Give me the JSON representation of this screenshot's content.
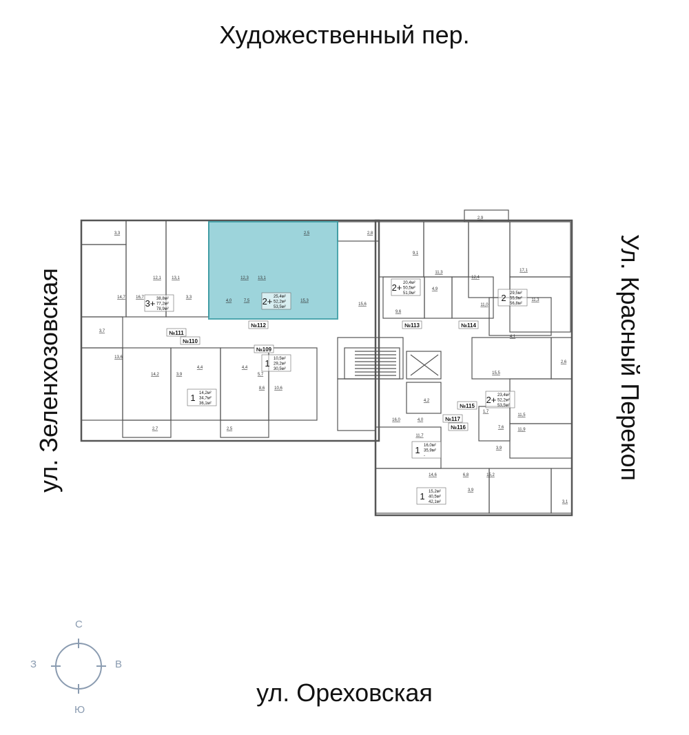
{
  "streets": {
    "top": "Художественный пер.",
    "bottom": "ул. Ореховская",
    "left": "ул. Зеленхозовская",
    "right": "Ул. Красный Перекоп"
  },
  "compass": {
    "north": "С",
    "south": "Ю",
    "west": "З",
    "east": "В",
    "color": "#8a9bb0"
  },
  "colors": {
    "highlight": "#93d0d8",
    "highlight_border": "#3a9da6",
    "wall": "#555555"
  },
  "highlighted_apartment": "№112",
  "apartments": [
    {
      "no": "№111",
      "rooms": "3+",
      "areas": [
        "38,8м²",
        "77,2м²",
        "78,9м²"
      ]
    },
    {
      "no": "№112",
      "rooms": "2+",
      "areas": [
        "25,4м²",
        "52,2м²",
        "53,5м²"
      ]
    },
    {
      "no": "№113",
      "rooms": "2+",
      "areas": [
        "20,4м²",
        "50,5м²",
        "51,9м²"
      ]
    },
    {
      "no": "№114",
      "rooms": "2",
      "areas": [
        "29,5м²",
        "55,9м²",
        "56,8м²"
      ]
    },
    {
      "no": "№110",
      "rooms": "1",
      "areas": [
        "14,2м²",
        "34,7м²",
        "36,1м²"
      ]
    },
    {
      "no": "№109",
      "rooms": "1",
      "areas": [
        "10,5м²",
        "29,2м²",
        "30,5м²"
      ]
    },
    {
      "no": "№115",
      "rooms": "2+",
      "areas": [
        "23,4м²",
        "52,2м²",
        "53,5м²"
      ]
    },
    {
      "no": "№117",
      "rooms": "1",
      "areas": [
        "16,0м²",
        "35,9м²",
        "-"
      ]
    },
    {
      "no": "№116",
      "rooms": "1",
      "areas": [
        "15,2м²",
        "40,5м²",
        "42,1м²"
      ]
    }
  ],
  "room_areas": [
    "3,3",
    "12,1",
    "13,1",
    "14,7",
    "16,7",
    "3,3",
    "3,7",
    "13,6",
    "12,3",
    "13,1",
    "2,5",
    "4,0",
    "7,5",
    "15,3",
    "2,8",
    "15,6",
    "9,1",
    "11,3",
    "4,9",
    "9,6",
    "2,9",
    "12,4",
    "17,1",
    "11,0",
    "11,3",
    "4,1",
    "14,2",
    "3,9",
    "4,4",
    "4,4",
    "5,7",
    "8,6",
    "10,6",
    "2,7",
    "2,5",
    "15,5",
    "2,6",
    "11,5",
    "11,9",
    "1,7",
    "7,6",
    "3,9",
    "4,2",
    "4,0",
    "16,0",
    "11,7",
    "14,6",
    "6,8",
    "15,2",
    "3,9",
    "3,1"
  ]
}
